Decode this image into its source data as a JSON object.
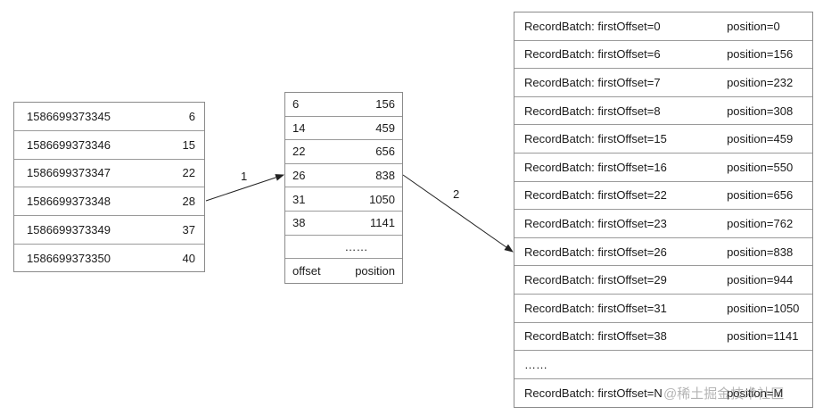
{
  "time_index": {
    "rows": [
      {
        "timestamp": "1586699373345",
        "offset": "6"
      },
      {
        "timestamp": "1586699373346",
        "offset": "15"
      },
      {
        "timestamp": "1586699373347",
        "offset": "22"
      },
      {
        "timestamp": "1586699373348",
        "offset": "28"
      },
      {
        "timestamp": "1586699373349",
        "offset": "37"
      },
      {
        "timestamp": "1586699373350",
        "offset": "40"
      }
    ]
  },
  "offset_index": {
    "rows": [
      {
        "offset": "6",
        "position": "156"
      },
      {
        "offset": "14",
        "position": "459"
      },
      {
        "offset": "22",
        "position": "656"
      },
      {
        "offset": "26",
        "position": "838"
      },
      {
        "offset": "31",
        "position": "1050"
      },
      {
        "offset": "38",
        "position": "1141"
      }
    ],
    "ellipsis": "……",
    "footer": {
      "offset_label": "offset",
      "position_label": "position"
    }
  },
  "log_segment": {
    "rows": [
      {
        "batch": "RecordBatch: firstOffset=0",
        "position": "position=0"
      },
      {
        "batch": "RecordBatch: firstOffset=6",
        "position": "position=156"
      },
      {
        "batch": "RecordBatch: firstOffset=7",
        "position": "position=232"
      },
      {
        "batch": "RecordBatch: firstOffset=8",
        "position": "position=308"
      },
      {
        "batch": "RecordBatch: firstOffset=15",
        "position": "position=459"
      },
      {
        "batch": "RecordBatch: firstOffset=16",
        "position": "position=550"
      },
      {
        "batch": "RecordBatch: firstOffset=22",
        "position": "position=656"
      },
      {
        "batch": "RecordBatch: firstOffset=23",
        "position": "position=762"
      },
      {
        "batch": "RecordBatch: firstOffset=26",
        "position": "position=838"
      },
      {
        "batch": "RecordBatch: firstOffset=29",
        "position": "position=944"
      },
      {
        "batch": "RecordBatch: firstOffset=31",
        "position": "position=1050"
      },
      {
        "batch": "RecordBatch: firstOffset=38",
        "position": "position=1141"
      }
    ],
    "ellipsis": "……",
    "last_row": {
      "batch": "RecordBatch: firstOffset=N",
      "position": "position=M"
    }
  },
  "arrows": {
    "label_1": "1",
    "label_2": "2"
  },
  "watermark": "@稀土掘金技术社区"
}
